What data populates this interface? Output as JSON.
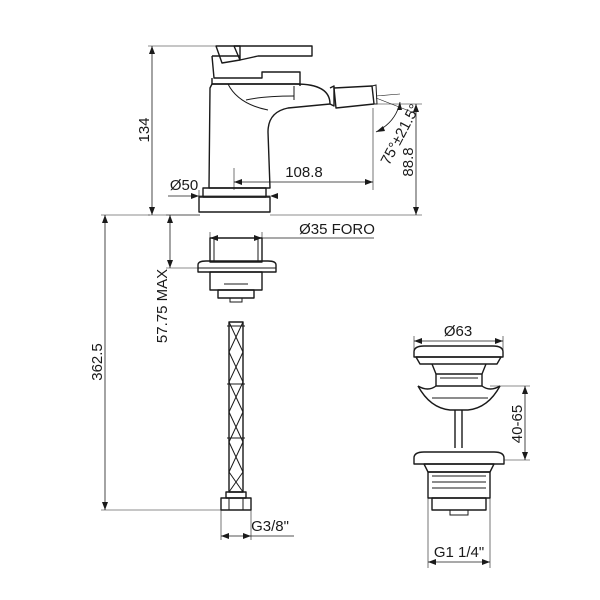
{
  "drawing": {
    "dimensions": {
      "height_134": "134",
      "reach_108_8": "108.8",
      "spout_height_88_8": "88.8",
      "angle": "75°±21.5°",
      "base_diameter": "Ø50",
      "hole_diameter": "Ø35 FORO",
      "max_thickness": "57.75 MAX",
      "total_length": "362.5",
      "hose_thread": "G3/8\"",
      "waste_diameter": "Ø63",
      "waste_height": "40-65",
      "waste_thread": "G1 1/4\""
    }
  }
}
